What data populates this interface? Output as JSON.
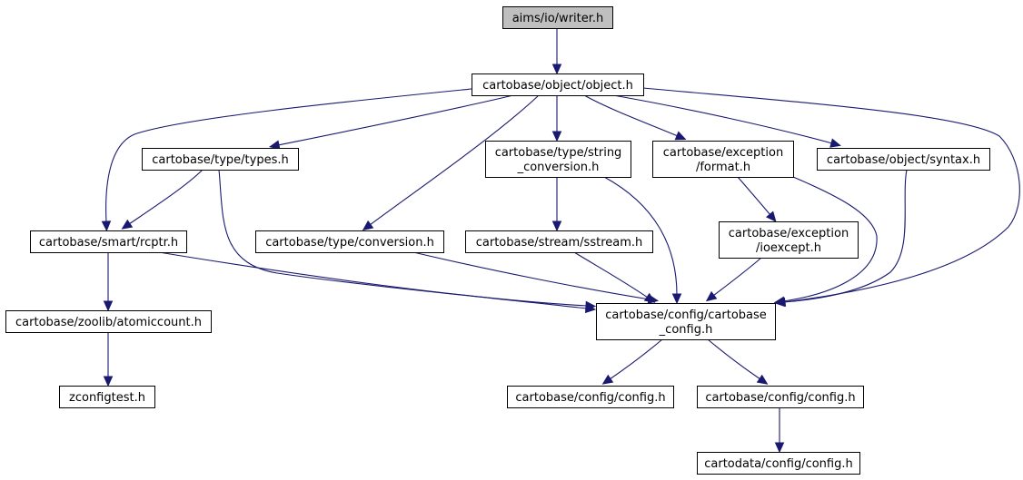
{
  "nodes": [
    {
      "id": "writer",
      "lines": [
        "aims/io/writer.h"
      ],
      "root": true
    },
    {
      "id": "object",
      "lines": [
        "cartobase/object/object.h"
      ]
    },
    {
      "id": "types",
      "lines": [
        "cartobase/type/types.h"
      ]
    },
    {
      "id": "string_conversion",
      "lines": [
        "cartobase/type/string",
        "_conversion.h"
      ]
    },
    {
      "id": "format",
      "lines": [
        "cartobase/exception",
        "/format.h"
      ]
    },
    {
      "id": "syntax",
      "lines": [
        "cartobase/object/syntax.h"
      ]
    },
    {
      "id": "rcptr",
      "lines": [
        "cartobase/smart/rcptr.h"
      ]
    },
    {
      "id": "conversion",
      "lines": [
        "cartobase/type/conversion.h"
      ]
    },
    {
      "id": "sstream",
      "lines": [
        "cartobase/stream/sstream.h"
      ]
    },
    {
      "id": "ioexcept",
      "lines": [
        "cartobase/exception",
        "/ioexcept.h"
      ]
    },
    {
      "id": "atomiccount",
      "lines": [
        "cartobase/zoolib/atomiccount.h"
      ]
    },
    {
      "id": "cartobase_config",
      "lines": [
        "cartobase/config/cartobase",
        "_config.h"
      ]
    },
    {
      "id": "zconfigtest",
      "lines": [
        "zconfigtest.h"
      ]
    },
    {
      "id": "config_a",
      "lines": [
        "cartobase/config/config.h"
      ]
    },
    {
      "id": "config_b",
      "lines": [
        "cartobase/config/config.h"
      ]
    },
    {
      "id": "cartodata_config",
      "lines": [
        "cartodata/config/config.h"
      ]
    }
  ],
  "edges": [
    {
      "from": "writer",
      "to": "object"
    },
    {
      "from": "object",
      "to": "rcptr"
    },
    {
      "from": "object",
      "to": "types"
    },
    {
      "from": "object",
      "to": "conversion"
    },
    {
      "from": "object",
      "to": "string_conversion"
    },
    {
      "from": "object",
      "to": "format"
    },
    {
      "from": "object",
      "to": "syntax"
    },
    {
      "from": "object",
      "to": "cartobase_config"
    },
    {
      "from": "types",
      "to": "rcptr"
    },
    {
      "from": "types",
      "to": "cartobase_config"
    },
    {
      "from": "string_conversion",
      "to": "sstream"
    },
    {
      "from": "string_conversion",
      "to": "cartobase_config"
    },
    {
      "from": "format",
      "to": "ioexcept"
    },
    {
      "from": "format",
      "to": "cartobase_config"
    },
    {
      "from": "syntax",
      "to": "cartobase_config"
    },
    {
      "from": "rcptr",
      "to": "atomiccount"
    },
    {
      "from": "rcptr",
      "to": "cartobase_config"
    },
    {
      "from": "conversion",
      "to": "cartobase_config"
    },
    {
      "from": "sstream",
      "to": "cartobase_config"
    },
    {
      "from": "ioexcept",
      "to": "cartobase_config"
    },
    {
      "from": "atomiccount",
      "to": "zconfigtest"
    },
    {
      "from": "cartobase_config",
      "to": "config_a"
    },
    {
      "from": "cartobase_config",
      "to": "config_b"
    },
    {
      "from": "config_b",
      "to": "cartodata_config"
    }
  ]
}
